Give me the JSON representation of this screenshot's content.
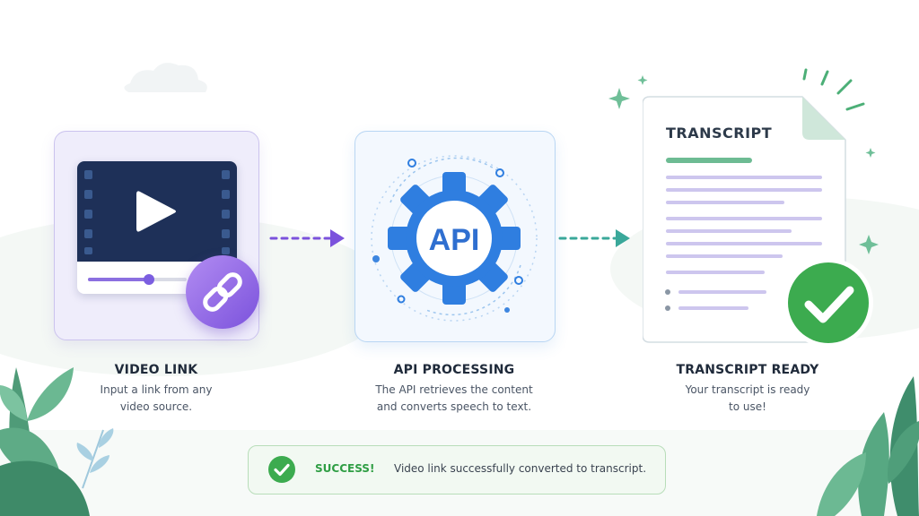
{
  "steps": [
    {
      "title": "VIDEO LINK",
      "desc_lines": [
        "Input a link from any",
        "video source."
      ],
      "icon": "video-player-icon",
      "badge_icon": "link-chain-icon"
    },
    {
      "title": "API PROCESSING",
      "desc_lines": [
        "The API retrieves the content",
        "and converts speech to text."
      ],
      "icon": "gear-icon",
      "gear_text": "API"
    },
    {
      "title": "TRANSCRIPT READY",
      "desc_lines": [
        "Your transcript is ready",
        "to use!"
      ],
      "icon": "document-icon",
      "doc_heading": "TRANSCRIPT",
      "badge_icon": "check-icon"
    }
  ],
  "video_progress": 0.62,
  "banner": {
    "label": "SUCCESS!",
    "message": "Video link successfully converted to transcript.",
    "icon": "check-icon"
  },
  "colors": {
    "purple": "#7b52dc",
    "blue": "#2f7ee0",
    "teal": "#3aa89a",
    "green": "#3cab4f"
  }
}
